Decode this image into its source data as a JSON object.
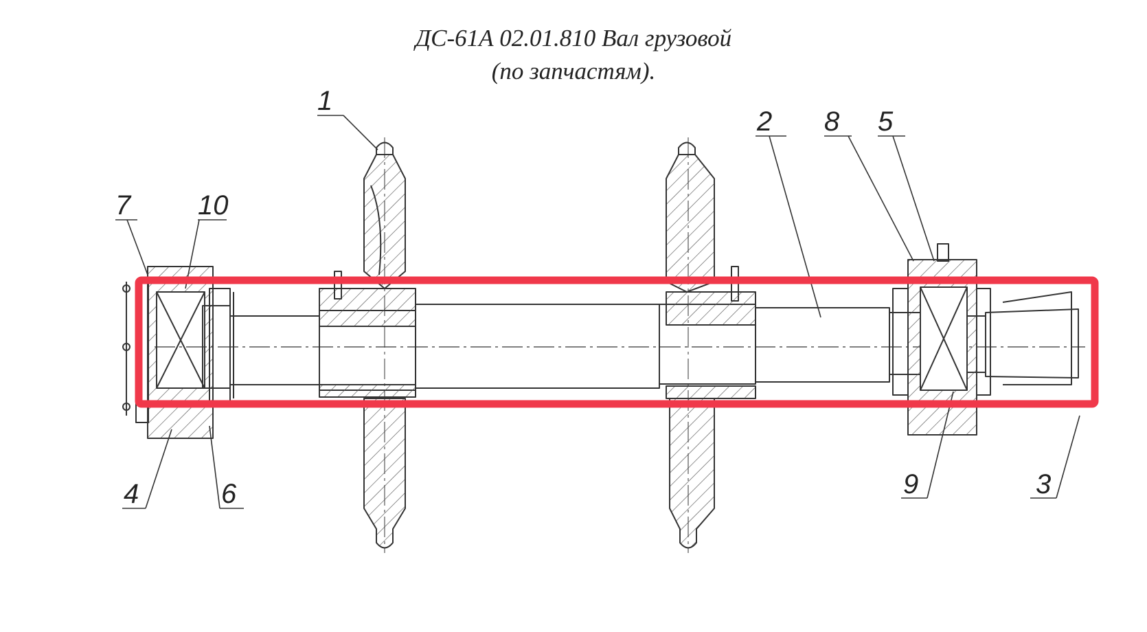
{
  "title": {
    "line1": "ДС-61А 02.01.810 Вал грузовой",
    "line2": "(по запчастям)."
  },
  "callouts": [
    {
      "id": "1",
      "text": "1"
    },
    {
      "id": "2",
      "text": "2"
    },
    {
      "id": "3",
      "text": "3"
    },
    {
      "id": "4",
      "text": "4"
    },
    {
      "id": "5",
      "text": "5"
    },
    {
      "id": "6",
      "text": "6"
    },
    {
      "id": "7",
      "text": "7"
    },
    {
      "id": "8",
      "text": "8"
    },
    {
      "id": "9",
      "text": "9"
    },
    {
      "id": "10",
      "text": "10"
    }
  ],
  "colors": {
    "line": "#333333",
    "hatch": "#555555",
    "highlight": "#f0384a"
  }
}
